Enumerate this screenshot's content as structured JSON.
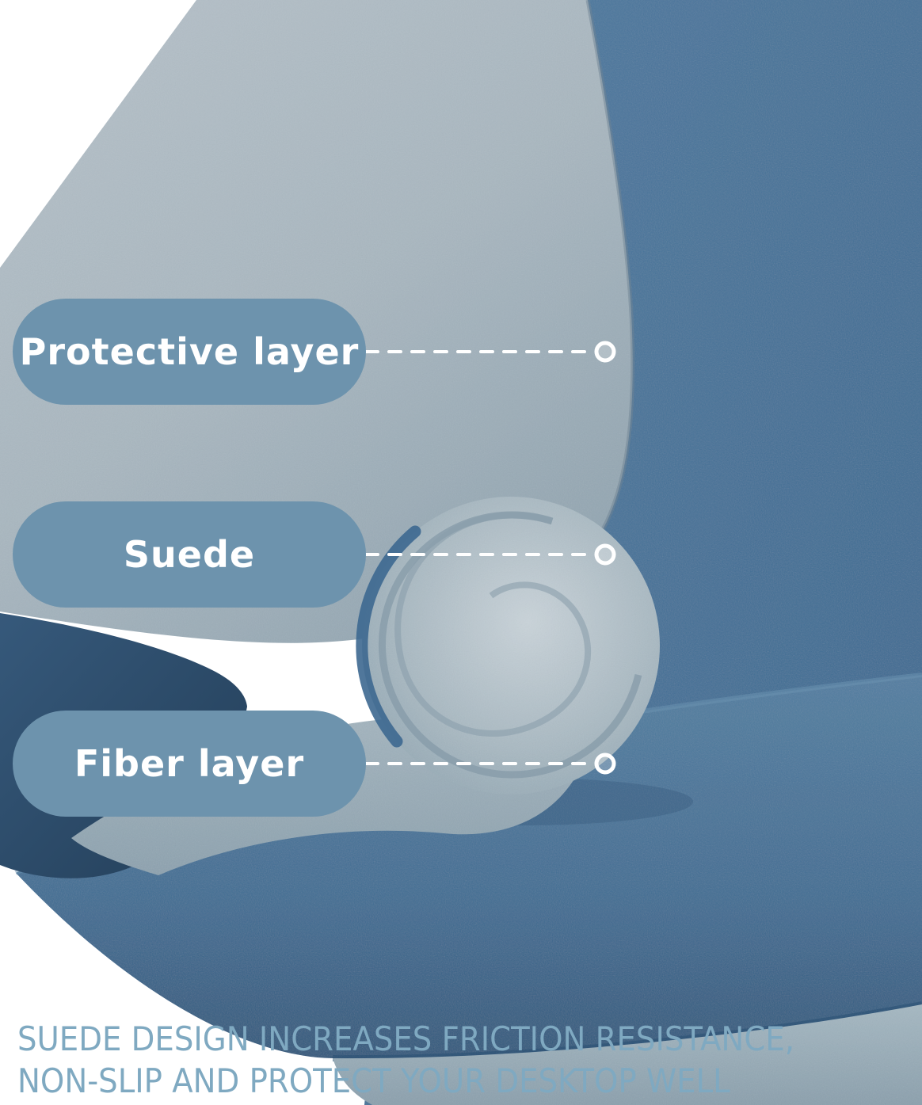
{
  "callouts": [
    {
      "label": "Protective layer"
    },
    {
      "label": "Suede"
    },
    {
      "label": "Fiber layer"
    }
  ],
  "caption": {
    "line1": "SUEDE DESIGN INCREASES FRICTION RESISTANCE,",
    "line2": "NON-SLIP AND PROTECT YOUR DESKTOP WELL"
  },
  "colors": {
    "pill_fill": "#6d93ad",
    "pill_text": "#ffffff",
    "caption_text": "#7fa9c1",
    "connector": "#ffffff",
    "mat_blue": "#447197",
    "mat_suede_gray": "#a9b7c0",
    "mat_underside_navy": "#2c4c6a",
    "mat_foam_edge": "#95aab6"
  }
}
